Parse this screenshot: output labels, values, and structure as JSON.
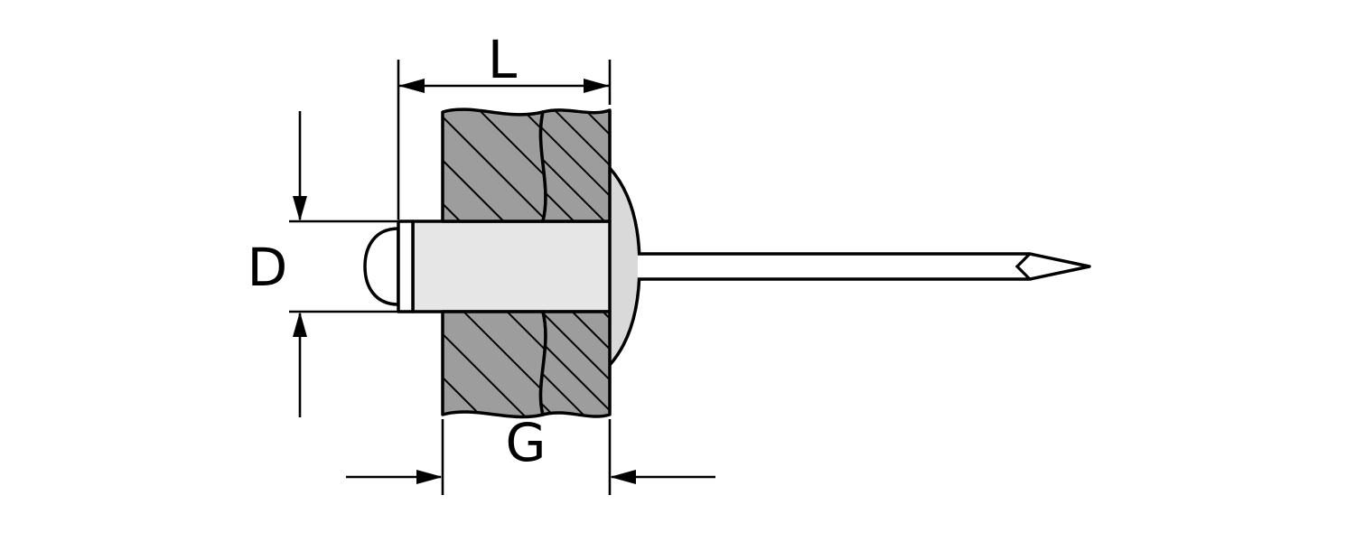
{
  "diagram": {
    "labels": {
      "length": "L",
      "diameter": "D",
      "grip": "G"
    },
    "colors": {
      "background": "#ffffff",
      "line": "#000000",
      "plate_fill": "#9d9d9d",
      "rivet_body_fill": "#e6e6e6",
      "bulge_fill": "#d9d9d9",
      "head_fill": "#ffffff",
      "mandrel_fill": "#ffffff"
    }
  }
}
